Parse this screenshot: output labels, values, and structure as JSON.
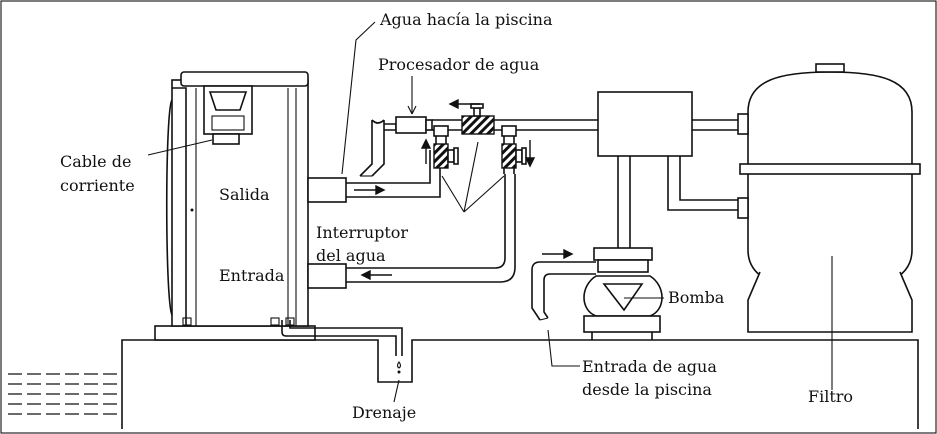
{
  "labels": {
    "water_to_pool": "Agua hacía la piscina",
    "water_processor": "Procesador de agua",
    "power_cable_line1": "Cable de",
    "power_cable_line2": "corriente",
    "outlet": "Salida",
    "inlet": "Entrada",
    "water_switch_line1": "Interruptor",
    "water_switch_line2": "del agua",
    "pump": "Bomba",
    "water_from_pool_line1": "Entrada de agua",
    "water_from_pool_line2": "desde la piscina",
    "filter": "Filtro",
    "drain": "Drenaje"
  },
  "colors": {
    "line": "#111111",
    "background": "#ffffff"
  }
}
